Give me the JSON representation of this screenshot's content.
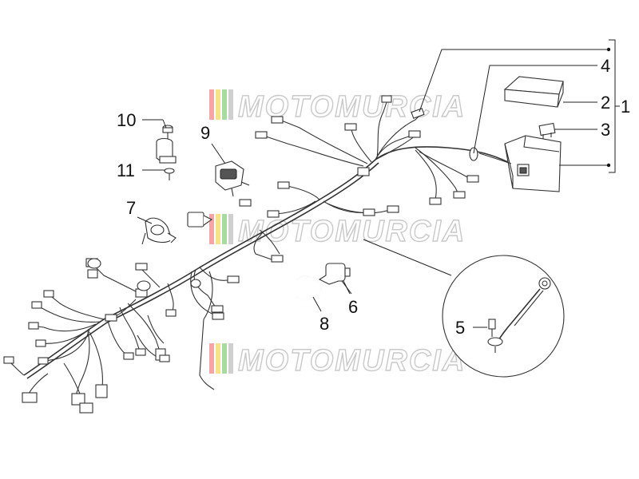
{
  "watermark": {
    "text": "MOTOMURCIA"
  },
  "callouts": [
    {
      "id": "1",
      "label": "1"
    },
    {
      "id": "2",
      "label": "2"
    },
    {
      "id": "3",
      "label": "3"
    },
    {
      "id": "4",
      "label": "4"
    },
    {
      "id": "5",
      "label": "5"
    },
    {
      "id": "6",
      "label": "6"
    },
    {
      "id": "7",
      "label": "7"
    },
    {
      "id": "8",
      "label": "8"
    },
    {
      "id": "9",
      "label": "9"
    },
    {
      "id": "10",
      "label": "10"
    },
    {
      "id": "11",
      "label": "11"
    }
  ]
}
